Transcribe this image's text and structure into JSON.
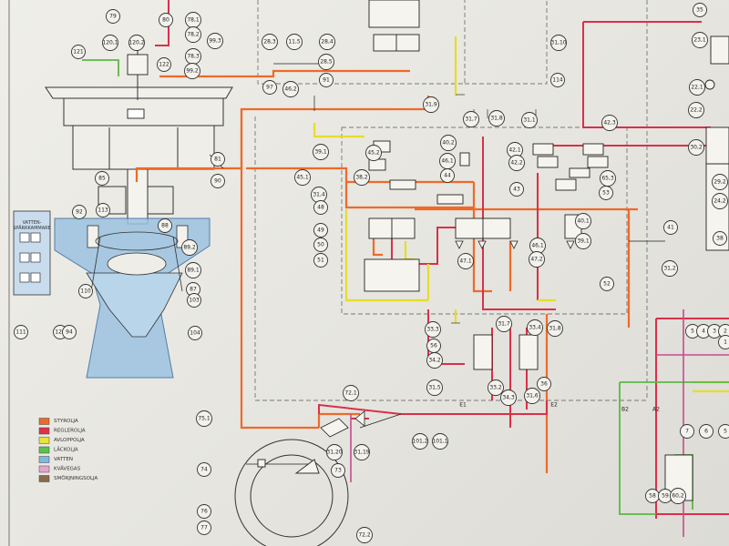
{
  "legend": {
    "items": [
      {
        "label": "STYROLJA",
        "color": "#ee6a2a"
      },
      {
        "label": "REGLEROLJA",
        "color": "#e0304a"
      },
      {
        "label": "AVLOPPOLJA",
        "color": "#e9e43a"
      },
      {
        "label": "LÄCKOLJA",
        "color": "#5cc24a"
      },
      {
        "label": "VATTEN",
        "color": "#7fb8de"
      },
      {
        "label": "KVÄVEGAS",
        "color": "#e6a4cc"
      },
      {
        "label": "SMÖRJNINGSOLJA",
        "color": "#8a6a4a"
      }
    ]
  },
  "side_label": "VATTEN-\nSPÄRRKAMMARE",
  "reference_labels": [
    "79",
    "80",
    "120,1",
    "120,2",
    "121",
    "122",
    "78,1",
    "78,2",
    "78,3",
    "99,2",
    "99,3",
    "97",
    "28,3",
    "11,5",
    "46,2",
    "28,4",
    "28,5",
    "91",
    "81",
    "90",
    "85",
    "92",
    "113",
    "88",
    "89,2",
    "89,1",
    "87",
    "110",
    "103",
    "104",
    "111",
    "123",
    "94",
    "31,10",
    "114",
    "35",
    "23,1",
    "22,1",
    "22,2",
    "30,2",
    "29,2",
    "24,2",
    "38",
    "39,1",
    "40,2",
    "38,2",
    "45,1",
    "46,1",
    "45,2",
    "44",
    "42,1",
    "42,2",
    "43",
    "42,3",
    "65,3",
    "53",
    "31,4",
    "31,9",
    "31,7",
    "31,8",
    "31,1",
    "48",
    "49",
    "50",
    "51",
    "40,1",
    "39,1",
    "46,1",
    "47,1",
    "47,2",
    "52",
    "41",
    "31,2",
    "33,3",
    "31,7",
    "33,4",
    "31,8",
    "56",
    "34,2",
    "31,5",
    "33,2",
    "34,3",
    "31,6",
    "36",
    "72,1",
    "75,1",
    "74",
    "76",
    "77",
    "73",
    "31,20",
    "31,19",
    "101,2",
    "101,1",
    "72,2",
    "5",
    "4",
    "3",
    "2",
    "1",
    "7",
    "6",
    "5",
    "58",
    "59",
    "60,2",
    "B2",
    "A2",
    "E1",
    "E2"
  ]
}
